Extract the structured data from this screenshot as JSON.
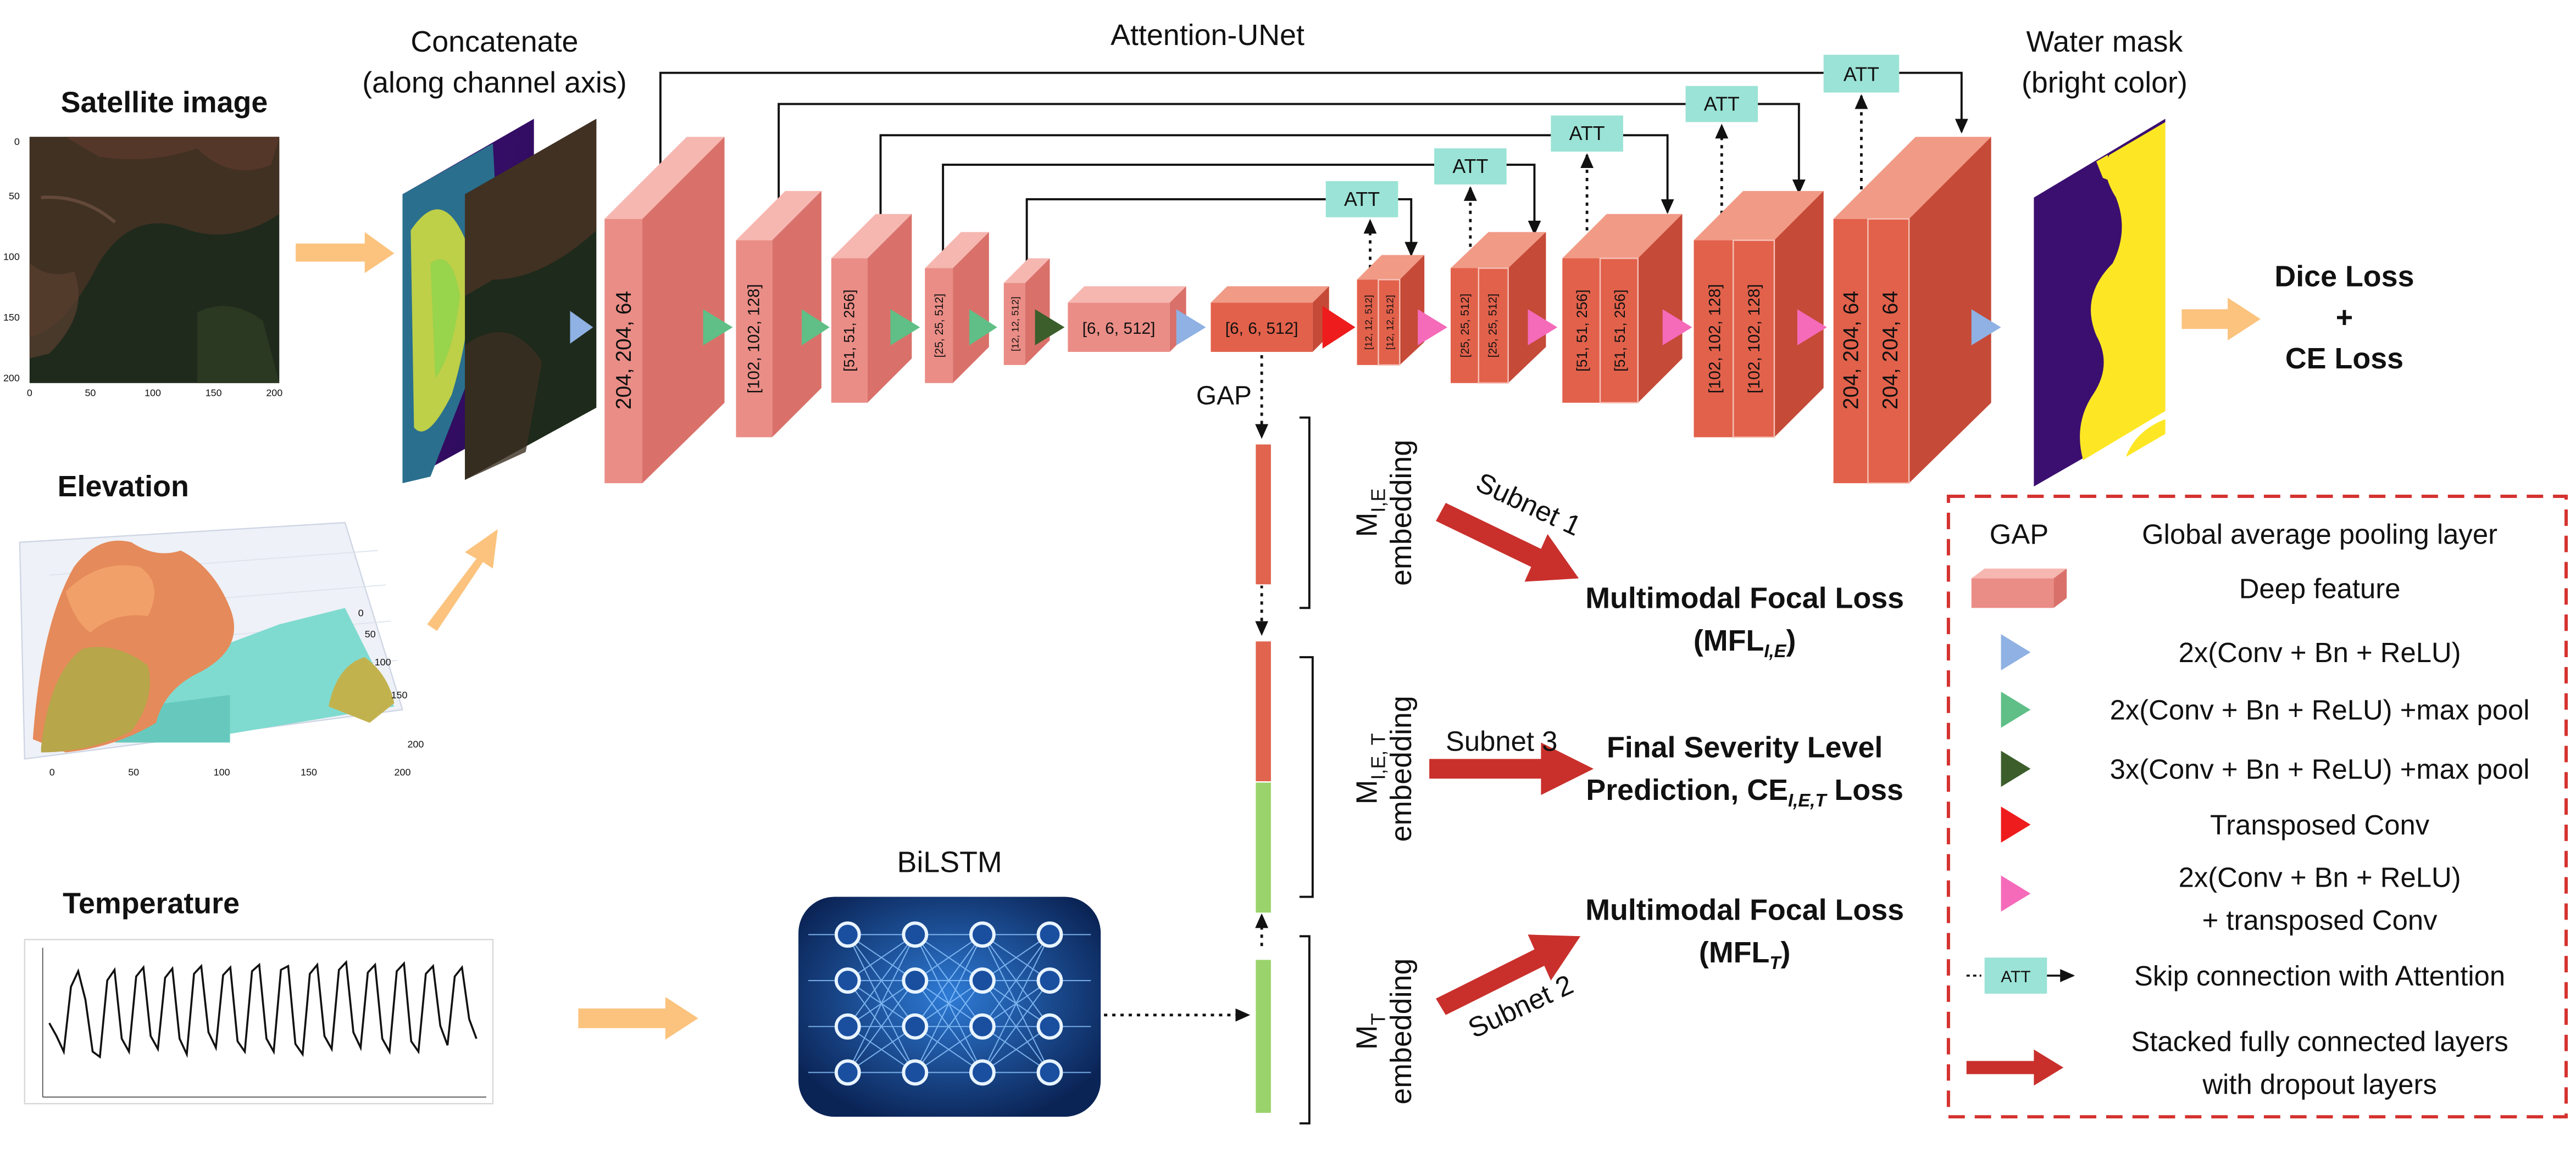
{
  "titles": {
    "satellite": "Satellite image",
    "elevation": "Elevation",
    "temperature": "Temperature",
    "concat_line1": "Concatenate",
    "concat_line2": "(along channel axis)",
    "unet": "Attention-UNet",
    "water_line1": "Water mask",
    "water_line2": "(bright color)",
    "bilstm": "BiLSTM",
    "gap": "GAP"
  },
  "encoder_labels": [
    "204, 204, 64",
    "[102, 102, 128]",
    "[51, 51, 256]",
    "[25, 25, 512]",
    "[12, 12, 512]",
    "[6, 6, 512]"
  ],
  "bottleneck_label": "[6, 6, 512]",
  "decoder_labels": [
    [
      "[12, 12, 512]",
      "[12, 12, 512]"
    ],
    [
      "[25, 25, 512]",
      "[25, 25, 512]"
    ],
    [
      "[51, 51, 256]",
      "[51, 51, 256]"
    ],
    [
      "[102, 102, 128]",
      "[102, 102, 128]"
    ],
    [
      "204, 204, 64",
      "204, 204, 64"
    ]
  ],
  "att_label": "ATT",
  "losses": {
    "dice": "Dice Loss",
    "plus": "+",
    "ce": "CE Loss",
    "mfl_ie_line1": "Multimodal Focal Loss",
    "mfl_ie_line2_prefix": "(MFL",
    "mfl_ie_sub": "I,E",
    "mfl_ie_line2_suffix": ")",
    "final_line1": "Final Severity Level",
    "final_line2_prefix": "Prediction, CE",
    "final_sub": "I,E,T",
    "final_line2_suffix": " Loss",
    "mfl_t_line1": "Multimodal Focal Loss",
    "mfl_t_line2_prefix": "(MFL",
    "mfl_t_sub": "T",
    "mfl_t_line2_suffix": ")"
  },
  "subnets": {
    "s1": "Subnet 1",
    "s2": "Subnet 2",
    "s3": "Subnet 3"
  },
  "embeddings": {
    "ie_main": "M",
    "ie_sub": "I,E",
    "ie_word": "embedding",
    "iet_main": "M",
    "iet_sub": "I,E, T",
    "iet_word": "embedding",
    "t_main": "M",
    "t_sub": "T",
    "t_word": "embedding"
  },
  "legend": {
    "gap_key": "GAP",
    "gap_desc": "Global average pooling layer",
    "deep_feature": "Deep feature",
    "conv2": "2x(Conv + Bn + ReLU)",
    "conv2_pool": "2x(Conv + Bn + ReLU) +max pool",
    "conv3_pool": "3x(Conv + Bn + ReLU) +max pool",
    "transposed": "Transposed Conv",
    "conv2_trans_line1": "2x(Conv + Bn + ReLU)",
    "conv2_trans_line2": "+ transposed Conv",
    "att_key": "ATT",
    "skip_att": "Skip connection with Attention",
    "fc_line1": "Stacked fully connected layers",
    "fc_line2": "with dropout layers"
  },
  "colors": {
    "block_front": "#ea8d86",
    "block_top": "#f6b7b1",
    "block_side": "#d9716a",
    "dec_front": "#e2614b",
    "dec_top": "#f19a86",
    "dec_side": "#c54a37",
    "att_fill": "#9be3d6",
    "orange_arrow": "#fbc37e",
    "red_arrow": "#c9302c",
    "blue_tri": "#8fb1e3",
    "green_tri": "#5fbf86",
    "dark_green_tri": "#3b5e2b",
    "red_tri": "#ee1c1c",
    "pink_tri": "#f56ab9",
    "emb_red": "#e0644e",
    "emb_green": "#9ad36b",
    "legend_border": "#d4322f"
  },
  "satellite_axis": {
    "y_ticks": [
      "0",
      "50",
      "100",
      "150",
      "200"
    ],
    "x_ticks": [
      "0",
      "50",
      "100",
      "150",
      "200"
    ]
  },
  "elevation_axis": {
    "side_ticks": [
      "0",
      "50",
      "100",
      "150",
      "200"
    ],
    "x_ticks": [
      "0",
      "50",
      "100",
      "150",
      "200"
    ]
  },
  "temperature_series": [
    0.52,
    0.42,
    0.3,
    0.8,
    0.92,
    0.7,
    0.3,
    0.26,
    0.85,
    0.93,
    0.4,
    0.3,
    0.88,
    0.95,
    0.42,
    0.32,
    0.87,
    0.94,
    0.4,
    0.28,
    0.9,
    0.96,
    0.45,
    0.33,
    0.89,
    0.95,
    0.38,
    0.3,
    0.92,
    0.97,
    0.4,
    0.3,
    0.93,
    0.96,
    0.36,
    0.28,
    0.9,
    0.97,
    0.42,
    0.32,
    0.93,
    0.99,
    0.45,
    0.33,
    0.91,
    0.97,
    0.4,
    0.3,
    0.92,
    0.98,
    0.38,
    0.3,
    0.9,
    0.96,
    0.5,
    0.35,
    0.88,
    0.95,
    0.55,
    0.4
  ]
}
